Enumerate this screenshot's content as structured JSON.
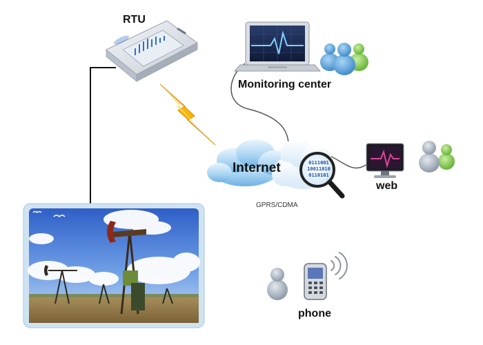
{
  "labels": {
    "rtu": "RTU",
    "monitoring_center": "Monitoring center",
    "internet": "Internet",
    "web": "web",
    "gprs_cdma": "GPRS/CDMA",
    "phone": "phone"
  },
  "magnifier_binary": [
    "0111001",
    "10011010",
    "0110101"
  ],
  "colors": {
    "cloud": "#8ec7ee",
    "cloud_dark": "#3d8fd1",
    "lightning": "#f5b50a",
    "photo_frame": "#cfe3f2",
    "screen_pulse": "#1a6fc4",
    "web_pulse": "#c8287a"
  },
  "icons": {
    "rtu_device": "rtu-device-icon",
    "laptop": "laptop-icon",
    "monitor": "monitor-icon",
    "users": "users-icon",
    "magnifier": "magnifier-icon",
    "lightning": "lightning-icon",
    "cloud": "cloud-icon",
    "phone": "mobile-phone-icon",
    "signal": "wireless-signal-icon",
    "oil_field": "oil-field-photo"
  }
}
